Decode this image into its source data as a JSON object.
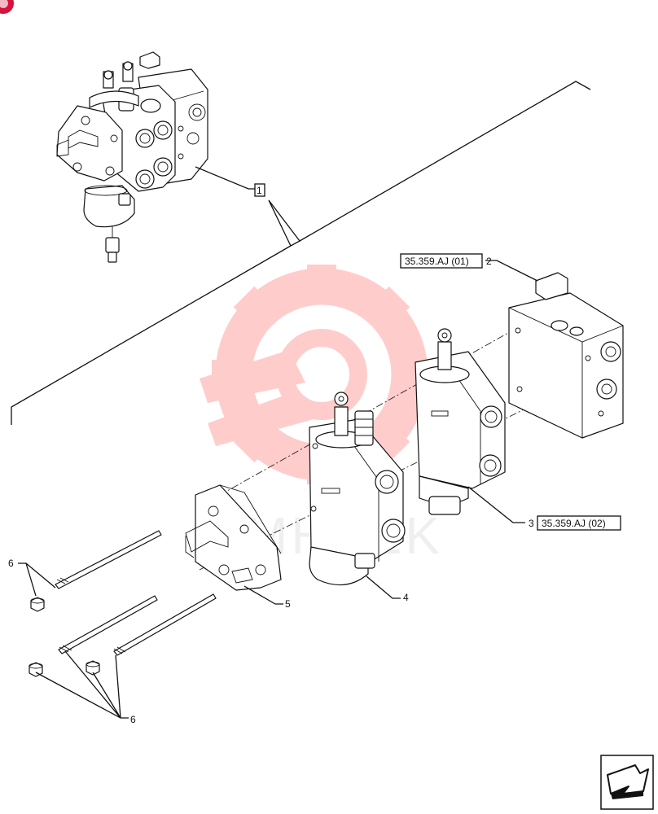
{
  "colors": {
    "watermark": "#ff8f8f",
    "line": "#111111",
    "corner_badge": "#d4143a"
  },
  "callouts": {
    "c1": "1",
    "c2": "2",
    "c3": "3",
    "c4": "4",
    "c5": "5",
    "c6a": "6",
    "c6b": "6"
  },
  "refs": {
    "r1": "35.359.AJ (01)",
    "r2": "35.359.AJ (02)"
  },
  "watermark_text": "MHTEK",
  "icons": {
    "nav": "arrow-next-page-icon",
    "badge": "corner-badge-icon"
  }
}
